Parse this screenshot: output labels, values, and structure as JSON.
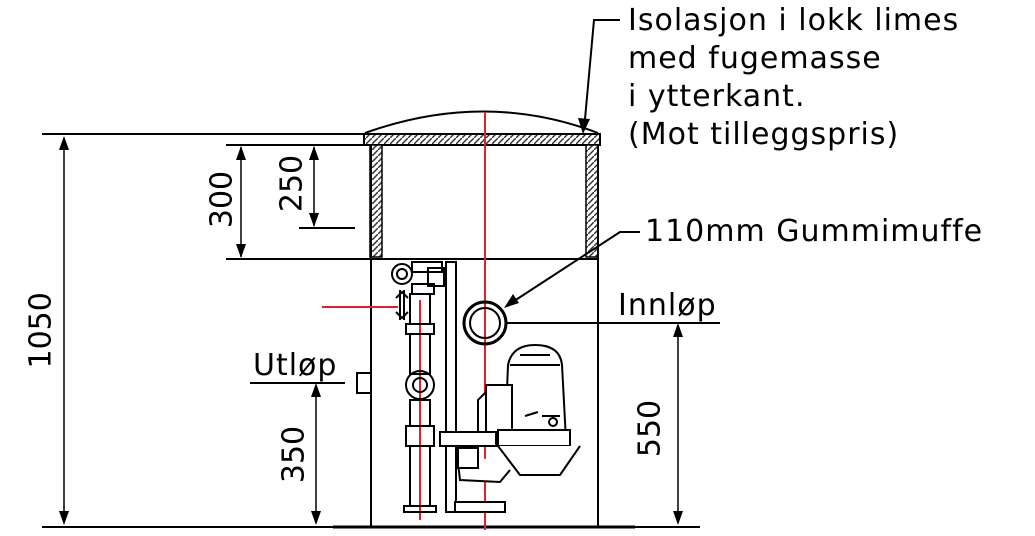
{
  "note_lines": [
    "Isolasjon i lokk limes",
    "med fugemasse",
    "i ytterkant.",
    "(Mot tilleggspris)"
  ],
  "labels": {
    "muffe": "110mm Gummimuffe",
    "innlop": "Innløp",
    "utlop": "Utløp"
  },
  "dimensions": {
    "total": "1050",
    "lid_outer": "300",
    "lid_inner": "250",
    "outlet_height": "350",
    "inlet_height": "550"
  },
  "colors": {
    "line": "#000000",
    "centerline": "#e0202a",
    "insulation_hatch": "#555555"
  }
}
